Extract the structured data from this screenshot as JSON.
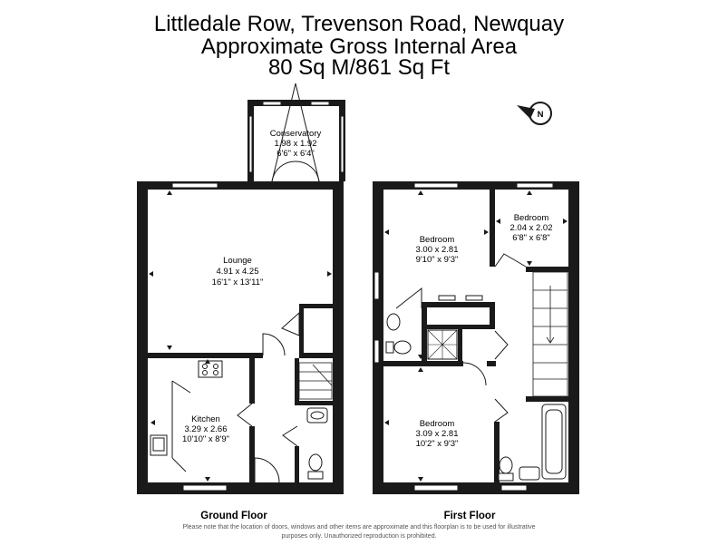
{
  "header": {
    "address": "Littledale Row, Trevenson Road, Newquay",
    "area_title": "Approximate Gross Internal Area",
    "area_value": "80 Sq M/861 Sq Ft"
  },
  "compass": {
    "label": "N"
  },
  "ground_floor": {
    "label": "Ground Floor",
    "rooms": [
      {
        "name": "Conservatory",
        "metric": "1.98 x 1.92",
        "imperial": "6'6\" x 6'4\""
      },
      {
        "name": "Lounge",
        "metric": "4.91 x 4.25",
        "imperial": "16'1\" x 13'11\""
      },
      {
        "name": "Kitchen",
        "metric": "3.29 x 2.66",
        "imperial": "10'10\" x 8'9\""
      }
    ]
  },
  "first_floor": {
    "label": "First Floor",
    "rooms": [
      {
        "name": "Bedroom",
        "metric": "3.00 x 2.81",
        "imperial": "9'10\" x 9'3\""
      },
      {
        "name": "Bedroom",
        "metric": "2.04 x 2.02",
        "imperial": "6'8\" x 6'8\""
      },
      {
        "name": "Bedroom",
        "metric": "3.09 x 2.81",
        "imperial": "10'2\" x 9'3\""
      }
    ]
  },
  "disclaimer": {
    "line1": "Please note that the location of doors, windows and other items are approximate and this floorplan is to be used for illustrative",
    "line2": "purposes only. Unauthorized reproduction is prohibited."
  }
}
